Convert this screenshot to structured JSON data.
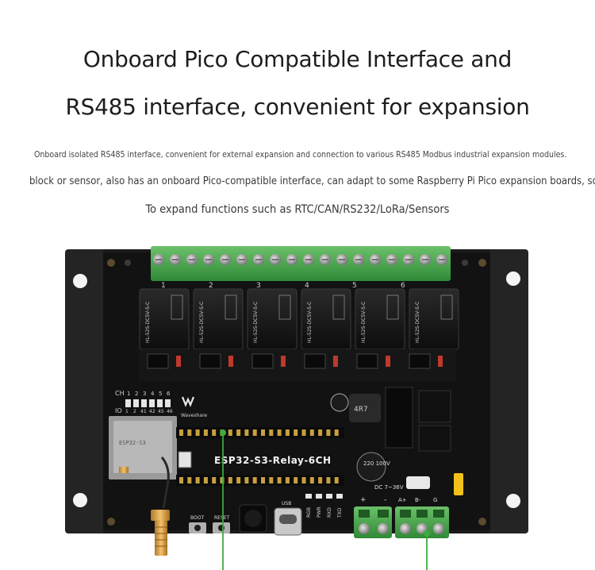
{
  "headline": {
    "line1": "Onboard Pico Compatible Interface and",
    "line2": "RS485 interface, convenient for expansion"
  },
  "description": {
    "line1": "Onboard isolated RS485 interface, convenient for external expansion and connection to various RS485 Modbus industrial expansion modules.",
    "line2": "block or sensor, also has an onboard Pico-compatible interface, can adapt to some Raspberry Pi Pico expansion boards, square",
    "line3": "To expand functions such as RTC/CAN/RS232/LoRa/Sensors"
  },
  "board": {
    "name": "ESP32-S3-Relay-6CH",
    "brand": "Waveshare",
    "relay_numbers": [
      "1",
      "2",
      "3",
      "4",
      "5",
      "6"
    ],
    "relay_model": "HL-52S-DC5V-S-C",
    "ch_label": "CH",
    "io_label": "IO",
    "ch_values": [
      "1",
      "2",
      "3",
      "4",
      "5",
      "6"
    ],
    "io_values": [
      "1",
      "2",
      "41",
      "42",
      "45",
      "46"
    ],
    "buttons": [
      "BOOT",
      "RESET"
    ],
    "usb_label": "USB",
    "led_labels": [
      "RGB",
      "PWR",
      "RXD",
      "TXD"
    ],
    "power_label": "DC 7~36V",
    "power_pins": [
      "+",
      "-"
    ],
    "rs485_pins": [
      "A+",
      "B-",
      "G"
    ],
    "capacitor_text": "220 100V"
  },
  "colors": {
    "terminal_green": "#4aa44a",
    "pcb": "#151515",
    "callout_line": "#3cab3c"
  }
}
